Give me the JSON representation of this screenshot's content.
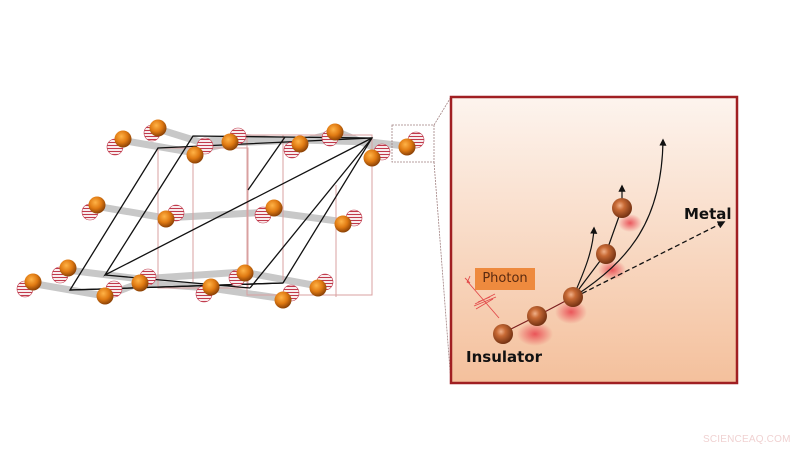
{
  "figure": {
    "lattice": {
      "description": "3D crystal lattice with orange atoms bonded to hatched red atoms, outlined unit cells",
      "colors": {
        "atom": "#e07a12",
        "partner_atom": "#c0394b",
        "bond": "#c8c8c8",
        "cell_outline_black": "#111111",
        "cell_outline_pink": "#d9a0a0"
      }
    },
    "inset": {
      "labels": {
        "photon": "Photon",
        "insulator": "Insulator",
        "metal": "Metal"
      },
      "colors": {
        "border": "#a01f22",
        "background_top": "#fbf1ea",
        "background_bottom": "#f4c3a2",
        "photon_box": "#ee8a3e",
        "ball": "#b5582a",
        "glow": "#e8404a"
      }
    },
    "watermark": "SCIENCEAQ.COM"
  }
}
